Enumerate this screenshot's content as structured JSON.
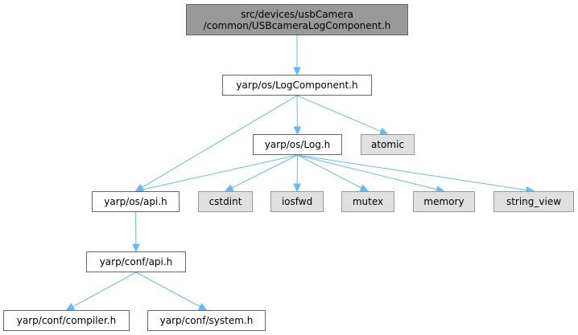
{
  "diagram": {
    "nodes": {
      "root": {
        "lines": [
          "src/devices/usbCamera",
          "/common/USBcameraLogComponent.h"
        ],
        "kind": "focus"
      },
      "logcomponent": {
        "lines": [
          "yarp/os/LogComponent.h"
        ],
        "kind": "documented"
      },
      "log": {
        "lines": [
          "yarp/os/Log.h"
        ],
        "kind": "documented"
      },
      "atomic": {
        "lines": [
          "atomic"
        ],
        "kind": "external"
      },
      "os_api": {
        "lines": [
          "yarp/os/api.h"
        ],
        "kind": "documented"
      },
      "cstdint": {
        "lines": [
          "cstdint"
        ],
        "kind": "external"
      },
      "iosfwd": {
        "lines": [
          "iosfwd"
        ],
        "kind": "external"
      },
      "mutex": {
        "lines": [
          "mutex"
        ],
        "kind": "external"
      },
      "memory": {
        "lines": [
          "memory"
        ],
        "kind": "external"
      },
      "string_view": {
        "lines": [
          "string_view"
        ],
        "kind": "external"
      },
      "conf_api": {
        "lines": [
          "yarp/conf/api.h"
        ],
        "kind": "documented"
      },
      "compiler": {
        "lines": [
          "yarp/conf/compiler.h"
        ],
        "kind": "documented"
      },
      "system": {
        "lines": [
          "yarp/conf/system.h"
        ],
        "kind": "documented"
      }
    },
    "edges": [
      [
        "root",
        "logcomponent"
      ],
      [
        "logcomponent",
        "os_api"
      ],
      [
        "logcomponent",
        "log"
      ],
      [
        "logcomponent",
        "atomic"
      ],
      [
        "log",
        "os_api"
      ],
      [
        "log",
        "cstdint"
      ],
      [
        "log",
        "iosfwd"
      ],
      [
        "log",
        "mutex"
      ],
      [
        "log",
        "memory"
      ],
      [
        "log",
        "string_view"
      ],
      [
        "os_api",
        "conf_api"
      ],
      [
        "conf_api",
        "compiler"
      ],
      [
        "conf_api",
        "system"
      ]
    ],
    "colors": {
      "edge": "#63b8ff",
      "focus_fill": "#999999",
      "documented_fill": "#ffffff",
      "external_fill": "#e0e0e0"
    }
  }
}
